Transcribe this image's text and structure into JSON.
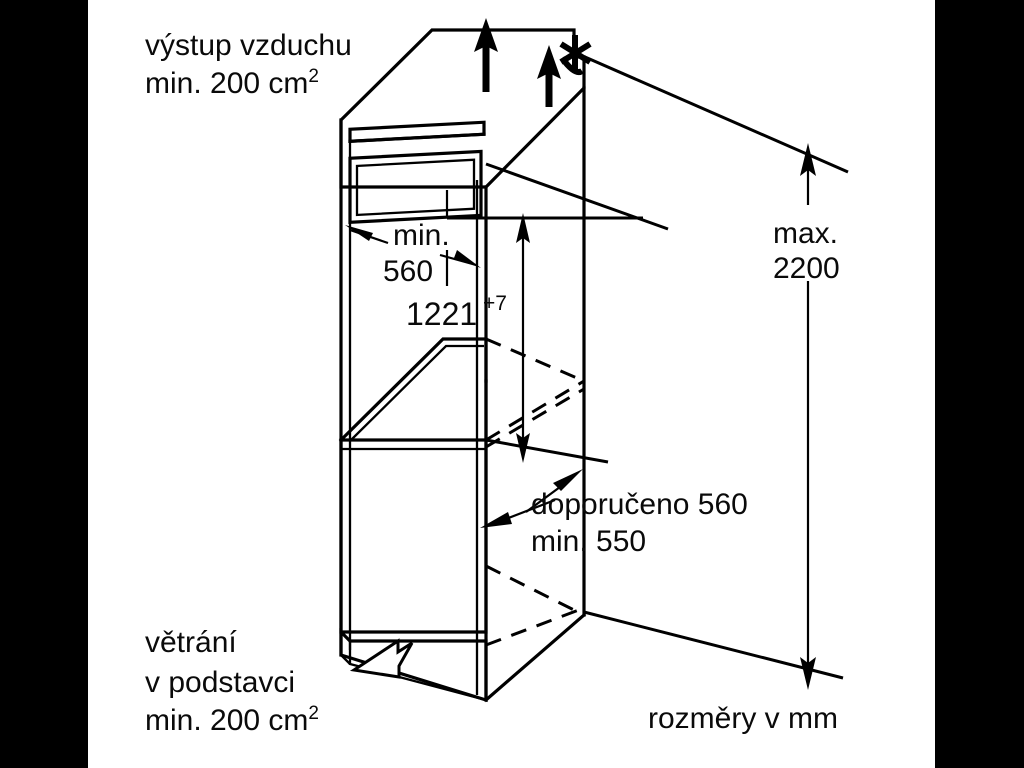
{
  "diagram": {
    "title_units_note": "rozměry v mm",
    "labels": {
      "air_outlet_line1": "výstup vzduchu",
      "air_outlet_line2_pre": "min. 200 cm",
      "air_outlet_line2_sup": "2",
      "width_line1": "min.",
      "width_line2": "560",
      "height_value": "1221",
      "height_tolerance": "+7",
      "depth_line1": "doporučeno 560",
      "depth_line2": "min. 550",
      "max_height_line1": "max.",
      "max_height_line2": "2200",
      "plinth_line1": "větrání",
      "plinth_line2": "v podstavci",
      "plinth_line3_pre": "min. 200 cm",
      "plinth_line3_sup": "2"
    },
    "colors": {
      "line": "#000000",
      "background": "#ffffff",
      "letterbox": "#000000"
    }
  }
}
